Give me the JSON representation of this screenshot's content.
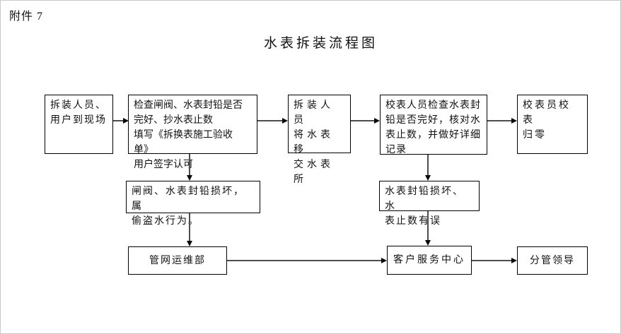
{
  "page": {
    "attachment_label": "附件 7",
    "title": "水表拆装流程图"
  },
  "flowchart": {
    "nodes": {
      "arrive": {
        "text": "拆装人员、\n用户到现场"
      },
      "inspect": {
        "text": "检查闸阀、水表封铅是否\n完好、抄水表止数\n填写《拆换表施工验收单》\n用户签字认可"
      },
      "transfer": {
        "text": "拆装人员\n将水表移\n交水表所"
      },
      "verify": {
        "text": "校表人员检查水表封\n铅是否完好，核对水\n表止数，并做好详细\n记录"
      },
      "reset": {
        "text": "校表员校表\n归零"
      },
      "damage_theft": {
        "text": "闸阀、水表封铅损坏，属\n偷盗水行为。"
      },
      "damage_error": {
        "text": "水表封铅损坏、水\n表止数有误"
      },
      "pipeline_dept": {
        "text": "管网运维部"
      },
      "service_center": {
        "text": "客户服务中心"
      },
      "leader": {
        "text": "分管领导"
      }
    }
  }
}
